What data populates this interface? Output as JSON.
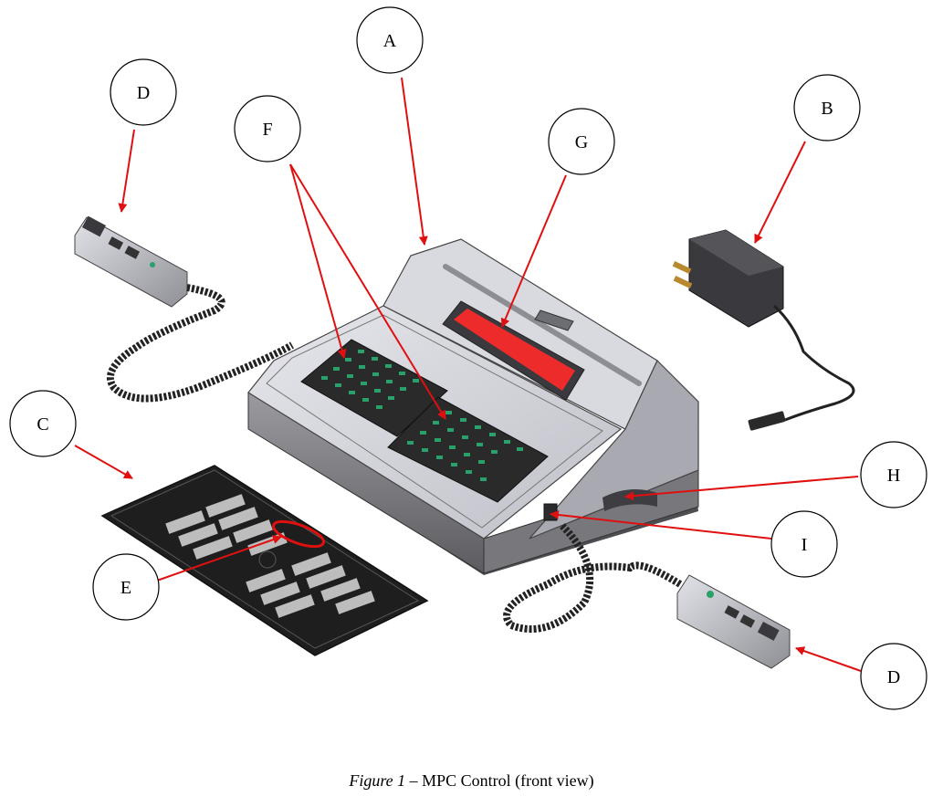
{
  "callouts": {
    "A": "A",
    "B": "B",
    "C": "C",
    "D_left": "D",
    "D_right": "D",
    "E": "E",
    "F": "F",
    "G": "G",
    "H": "H",
    "I": "I"
  },
  "caption": {
    "figure": "Figure 1",
    "separator": " – ",
    "text": "MPC Control (front view)"
  },
  "colors": {
    "arrow": "#e01010",
    "display": "#ee2b2b",
    "body_light": "#d2d3da",
    "body_dark": "#6e6e72",
    "keypad": "#2a2a2a",
    "button": "#2aa06a",
    "overlay": "#1e1e1e",
    "overlay_keys": "#bdbdbd"
  }
}
